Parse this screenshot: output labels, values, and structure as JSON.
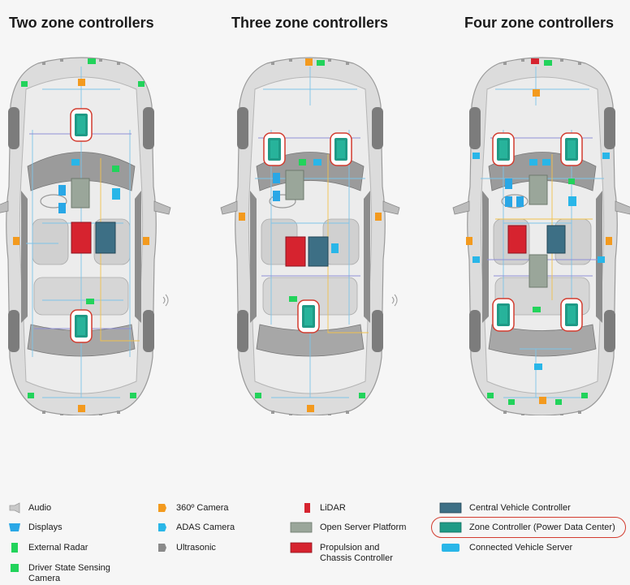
{
  "titles": [
    "Two zone controllers",
    "Three zone controllers",
    "Four zone controllers"
  ],
  "legend": [
    {
      "label": "Audio",
      "icon": "audio-icon",
      "color": "#c9c9c9"
    },
    {
      "label": "Displays",
      "icon": "display-icon",
      "color": "#29a7e6"
    },
    {
      "label": "External Radar",
      "icon": "radar-icon",
      "color": "#22d35b"
    },
    {
      "label": "Driver State Sensing Camera",
      "icon": "driver-camera-icon",
      "color": "#22d35b"
    },
    {
      "label": "360º Camera",
      "icon": "camera-360-icon",
      "color": "#f39a1e"
    },
    {
      "label": "ADAS Camera",
      "icon": "adas-camera-icon",
      "color": "#29b6e8"
    },
    {
      "label": "Ultrasonic",
      "icon": "ultrasonic-icon",
      "color": "#8a8a8a"
    },
    {
      "label": "LiDAR",
      "icon": "lidar-icon",
      "color": "#d6232f"
    },
    {
      "label": "Open Server Platform",
      "icon": "server-platform-icon",
      "color": "#9aa69a"
    },
    {
      "label": "Propulsion and Chassis Controller",
      "icon": "propulsion-controller-icon",
      "color": "#d6232f"
    },
    {
      "label": "Central Vehicle Controller",
      "icon": "central-controller-icon",
      "color": "#3d6f85"
    },
    {
      "label": "Zone Controller (Power Data Center)",
      "icon": "zone-controller-icon",
      "color": "#1f9a86"
    },
    {
      "label": "Connected Vehicle Server",
      "icon": "connected-server-icon",
      "color": "#29b6e8"
    }
  ],
  "colors": {
    "zone_highlight": "#d23b2e",
    "wire_blue": "#7ec4e8",
    "wire_purple": "#8f8fd6",
    "wire_yellow": "#f2c24d"
  }
}
